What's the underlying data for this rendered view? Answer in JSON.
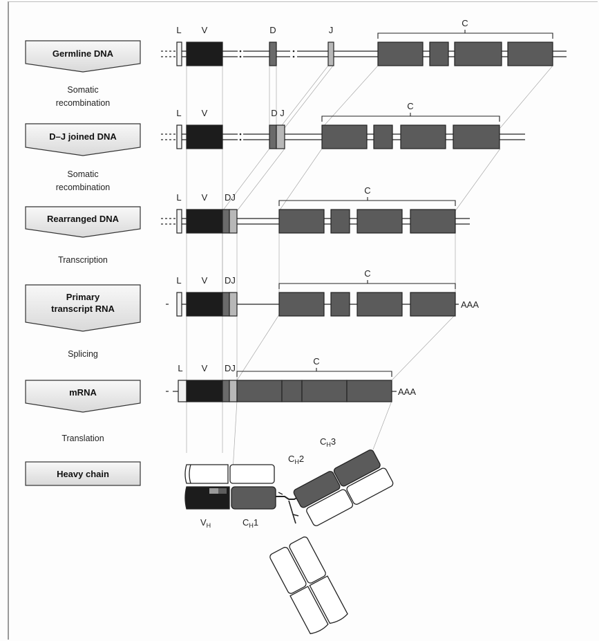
{
  "stages": [
    {
      "id": "germline",
      "lines": [
        "Germline DNA"
      ]
    },
    {
      "id": "dj",
      "lines": [
        "D–J joined DNA"
      ]
    },
    {
      "id": "rearranged",
      "lines": [
        "Rearranged DNA"
      ]
    },
    {
      "id": "primary",
      "lines": [
        "Primary",
        "transcript RNA"
      ]
    },
    {
      "id": "mrna",
      "lines": [
        "mRNA"
      ]
    },
    {
      "id": "heavy",
      "lines": [
        "Heavy chain"
      ]
    }
  ],
  "steps": [
    {
      "id": "somatic1",
      "lines": [
        "Somatic",
        "recombination"
      ]
    },
    {
      "id": "somatic2",
      "lines": [
        "Somatic",
        "recombination"
      ]
    },
    {
      "id": "transcription",
      "lines": [
        "Transcription"
      ]
    },
    {
      "id": "splicing",
      "lines": [
        "Splicing"
      ]
    },
    {
      "id": "translation",
      "lines": [
        "Translation"
      ]
    }
  ],
  "segment_labels": {
    "L": "L",
    "V": "V",
    "D": "D",
    "J": "J",
    "DJ": "DJ",
    "D_J": "D J",
    "C": "C"
  },
  "polyA": "AAA",
  "domain_labels": {
    "VH": {
      "main": "V",
      "sub": "H"
    },
    "CH1": {
      "main": "C",
      "sub": "H",
      "tail": "1"
    },
    "CH2": {
      "main": "C",
      "sub": "H",
      "tail": "2"
    },
    "CH3": {
      "main": "C",
      "sub": "H",
      "tail": "3"
    }
  },
  "colors": {
    "v_segment": "#1c1c1c",
    "c_exon": "#5b5b5b",
    "d_segment": "#6a6a6a",
    "j_segment": "#b8b8b8",
    "l_segment": "#f2f2f2",
    "box_fill": "#ececec",
    "line": "#222222",
    "guide": "#aaaaaa"
  }
}
